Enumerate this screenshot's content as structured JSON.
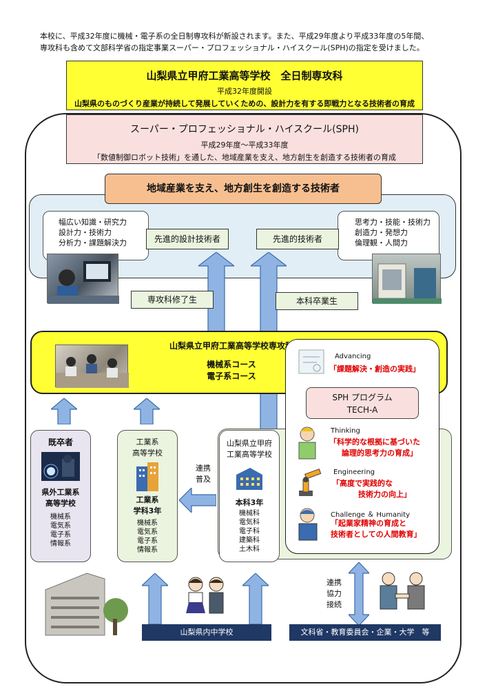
{
  "intro": {
    "line1": "本校に、平成32年度に機械・電子系の全日制専攻科が新設されます。また、平成29年度より平成33年度の5年間、",
    "line2": "専攻科も含めて文部科学省の指定事業スーパー・プロフェッショナル・ハイスクール(SPH)の指定を受けました。"
  },
  "senkoka": {
    "title": "山梨県立甲府工業高等学校　全日制専攻科",
    "opened": "平成32年度開設",
    "goal": "山梨県のものづくり産業が持続して発展していくための、設計力を有する即戦力となる技術者の育成"
  },
  "sph": {
    "title": "スーパー・プロフェッショナル・ハイスクール(SPH)",
    "period": "平成29年度～平成33年度",
    "goal": "「数値制御ロボット技術」を通した、地域産業を支え、地方創生を創造する技術者の育成"
  },
  "top_goal": "地域産業を支え、地方創生を創造する技術者",
  "left_skills": [
    "幅広い知識・研究力",
    "設計力・技術力",
    "分析力・課題解決力"
  ],
  "right_skills": [
    "思考力・技能・技術力",
    "創造力・発想力",
    "倫理観・人間力"
  ],
  "tech_advanced_design": "先進的設計技術者",
  "tech_advanced": "先進的技術者",
  "grad_senkoka": "専攻科修了生",
  "grad_honka": "本科卒業生",
  "course_box": {
    "title": "山梨県立甲府工業高等学校専攻科",
    "course1": "機械系コース",
    "course2": "電子系コース"
  },
  "sph_program": {
    "label1": "SPH プログラム",
    "label2": "TECH-A",
    "advancing_en": "Advancing",
    "advancing_jp": "「課題解決・創造の実践」",
    "thinking_en": "Thinking",
    "thinking_jp1": "「科学的な根拠に基づいた",
    "thinking_jp2": "論理的思考力の育成」",
    "engineering_en": "Engineering",
    "engineering_jp1": "「高度で実践的な",
    "engineering_jp2": "技術力の向上」",
    "challenge_en": "Challenge ＆ Humanity",
    "challenge_jp1": "「起業家精神の育成と",
    "challenge_jp2": "技術者としての人間教育」"
  },
  "kisotsu": {
    "title": "既卒者",
    "school1": "県外工業系",
    "school2": "高等学校",
    "depts": [
      "機械系",
      "電気系",
      "電子系",
      "情報系"
    ]
  },
  "kogyo": {
    "title1": "工業系",
    "title2": "高等学校",
    "sub1": "工業系",
    "sub2": "学科3年",
    "depts": [
      "機械系",
      "電気系",
      "電子系",
      "情報系"
    ]
  },
  "kofu": {
    "title1": "山梨県立甲府",
    "title2": "工業高等学校",
    "sub": "本科3年",
    "depts": [
      "機械科",
      "電気科",
      "電子科",
      "建築科",
      "土木科"
    ]
  },
  "renkei_fukyu": [
    "連携",
    "普及"
  ],
  "renkei_kyoryoku": [
    "連携",
    "協力",
    "接続"
  ],
  "bottom_left": "山梨県内中学校",
  "bottom_right": "文科省・教育委員会・企業・大学　等",
  "colors": {
    "yellow": "#ffff33",
    "pink": "#f9e0de",
    "orange": "#f7bf90",
    "light_blue": "#e1eef6",
    "arrow_blue": "#8fb4e3",
    "navy": "#1f3864",
    "red_text": "#e00000"
  }
}
